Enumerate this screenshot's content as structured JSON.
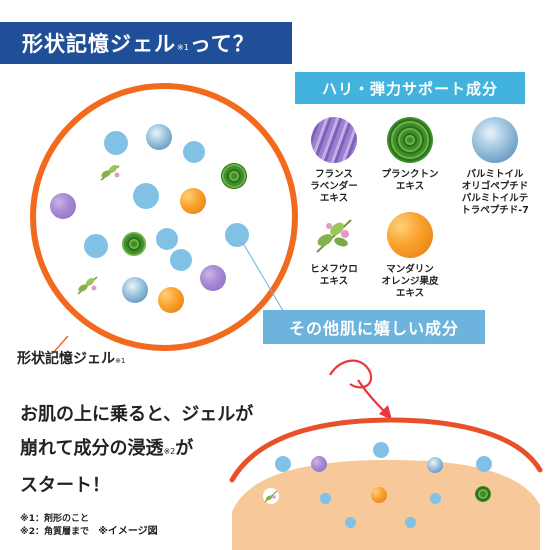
{
  "header": {
    "title_main": "形状記憶ジェル",
    "title_sup": "※1",
    "title_tail": "って？"
  },
  "banners": {
    "firmness": "ハリ・弾力サポート成分",
    "other": "その他肌に嬉しい成分"
  },
  "ingredients": [
    {
      "name": "フランス\nラベンダー\nエキス",
      "icon": "lavender-icon"
    },
    {
      "name": "プランクトン\nエキス",
      "icon": "plankton-icon"
    },
    {
      "name": "パルミトイル\nオリゴペプチド\nパルミトイルテ\nトラペプチド-7",
      "icon": "peptide-icon"
    },
    {
      "name": "ヒメフウロ\nエキス",
      "icon": "herb-icon"
    },
    {
      "name": "マンダリン\nオレンジ果皮\nエキス",
      "icon": "mandarin-icon"
    }
  ],
  "gel_caption": {
    "text": "形状記憶ジェル",
    "sup": "※1"
  },
  "main_text": {
    "line1": "お肌の上に乗ると、ジェルが",
    "line2_a": "崩れて成分の浸透",
    "line2_sup": "※2",
    "line2_b": "が",
    "line3": "スタート！"
  },
  "footnotes": {
    "note1": "※1：剤形のこと",
    "note2": "※2：角質層まで",
    "image_note": "※イメージ図"
  },
  "colors": {
    "navy": "#1e4f98",
    "teal": "#41b3dd",
    "light_blue": "#6cb4de",
    "orange": "#f26a1e",
    "skin": "#f7c99a",
    "red_arrow": "#e8383d"
  }
}
